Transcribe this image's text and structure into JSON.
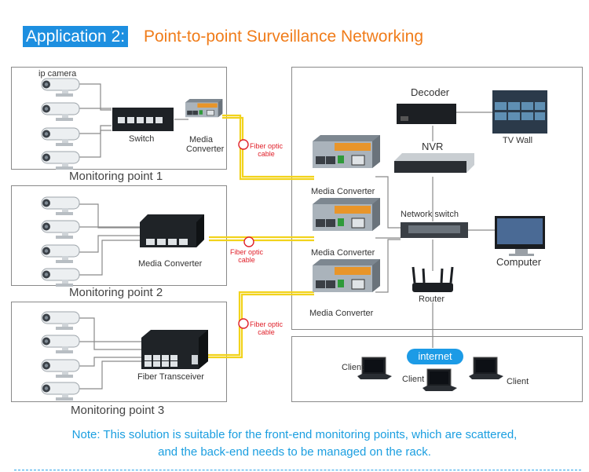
{
  "title": {
    "prefix": "Application 2:",
    "main": "Point-to-point Surveillance Networking"
  },
  "points": [
    {
      "label": "Monitoring point 1",
      "devices": [
        "ip camera",
        "Switch",
        "Media Converter"
      ]
    },
    {
      "label": "Monitoring point 2",
      "devices": [
        "Media Converter"
      ]
    },
    {
      "label": "Monitoring point 3",
      "devices": [
        "Fiber Transceiver"
      ]
    }
  ],
  "fiber_label": "Fiber optic cable",
  "fiber_line1": "Fiber optic",
  "fiber_line2": "cable",
  "backend": {
    "decoder": "Decoder",
    "tv_wall": "TV Wall",
    "nvr": "NVR",
    "network_switch": "Network switch",
    "computer": "Computer",
    "router": "Router",
    "media_converters": [
      "Media Converter",
      "Media Converter",
      "Media Converter"
    ]
  },
  "internet": {
    "label": "internet",
    "clients": [
      "Client",
      "Client",
      "Client"
    ]
  },
  "note": {
    "line1": "Note: This solution is suitable for the front-end monitoring points, which are scattered,",
    "line2": "and the back-end needs to be managed on the rack."
  },
  "colors": {
    "title_box": "#1d8fe0",
    "title_text": "#f07c1a",
    "fiber": "#f2d31c",
    "note": "#1a9ee0"
  }
}
